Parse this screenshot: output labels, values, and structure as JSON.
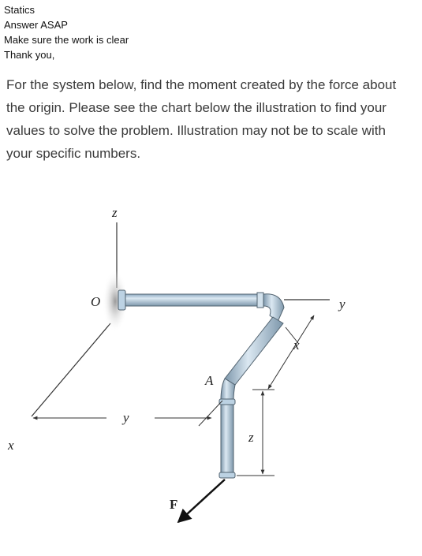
{
  "header_lines": [
    "Statics",
    "Answer ASAP",
    "Make sure the work is clear",
    "Thank you,"
  ],
  "question_text": "For the system below, find the moment created by the force about the origin. Please see the chart below the illustration to find your values to solve the problem. Illustration may not be to scale with your specific numbers.",
  "figure": {
    "labels": {
      "z_axis": "z",
      "origin": "O",
      "y_axis": "y",
      "x_axis": "x",
      "point_a": "A",
      "dim_x": "x",
      "dim_y": "y",
      "dim_z": "z",
      "force": "F"
    },
    "colors": {
      "pipe_fill": "#a9c5dc",
      "pipe_edge": "#51626f",
      "axis": "#333333",
      "force_arrow": "#111111"
    }
  }
}
